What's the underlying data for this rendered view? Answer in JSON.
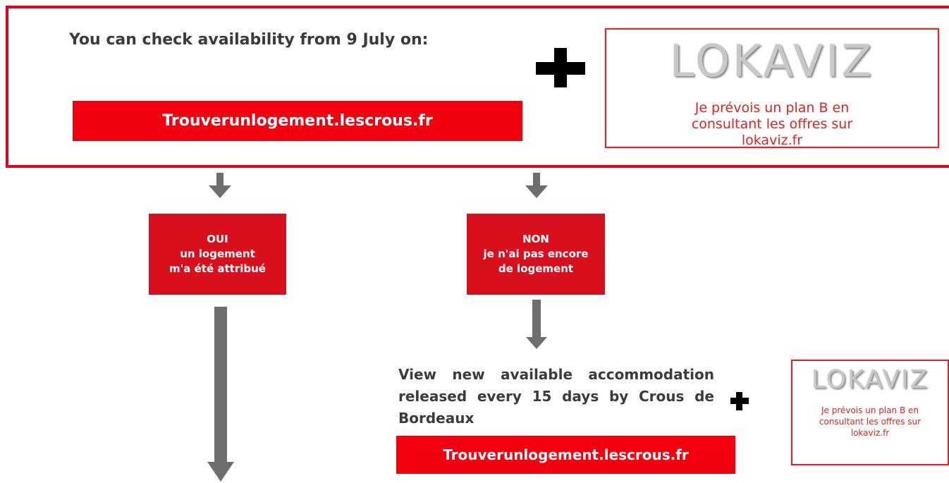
{
  "top_section": {
    "heading": "You can check availability from 9 July on:",
    "link_label": "Trouverunlogement.lescrous.fr"
  },
  "lokaviz_large": {
    "logo_text": "LOKAVIZ",
    "tagline": [
      "Je prévois un plan B en",
      "consultant les offres sur",
      "lokaviz.fr"
    ]
  },
  "oui_badge": {
    "title": "OUI",
    "line1": "un logement",
    "line2": "m'a été attribué"
  },
  "non_badge": {
    "title": "NON",
    "line1": "je n'ai pas encore",
    "line2": "de logement"
  },
  "bottom_section": {
    "text": "View new available accommodation released every 15 days by Crous de Bordeaux",
    "link_label": "Trouverunlogement.lescrous.fr"
  },
  "lokaviz_small": {
    "logo_text": "LOKAVIZ",
    "tagline": [
      "Je prévois un plan B en",
      "consultant les offres sur",
      "lokaviz.fr"
    ]
  },
  "colors": {
    "accent_red": "#e4001b",
    "arrow_gray": "#6e6e6e",
    "text_dark": "#3b3b3b"
  }
}
